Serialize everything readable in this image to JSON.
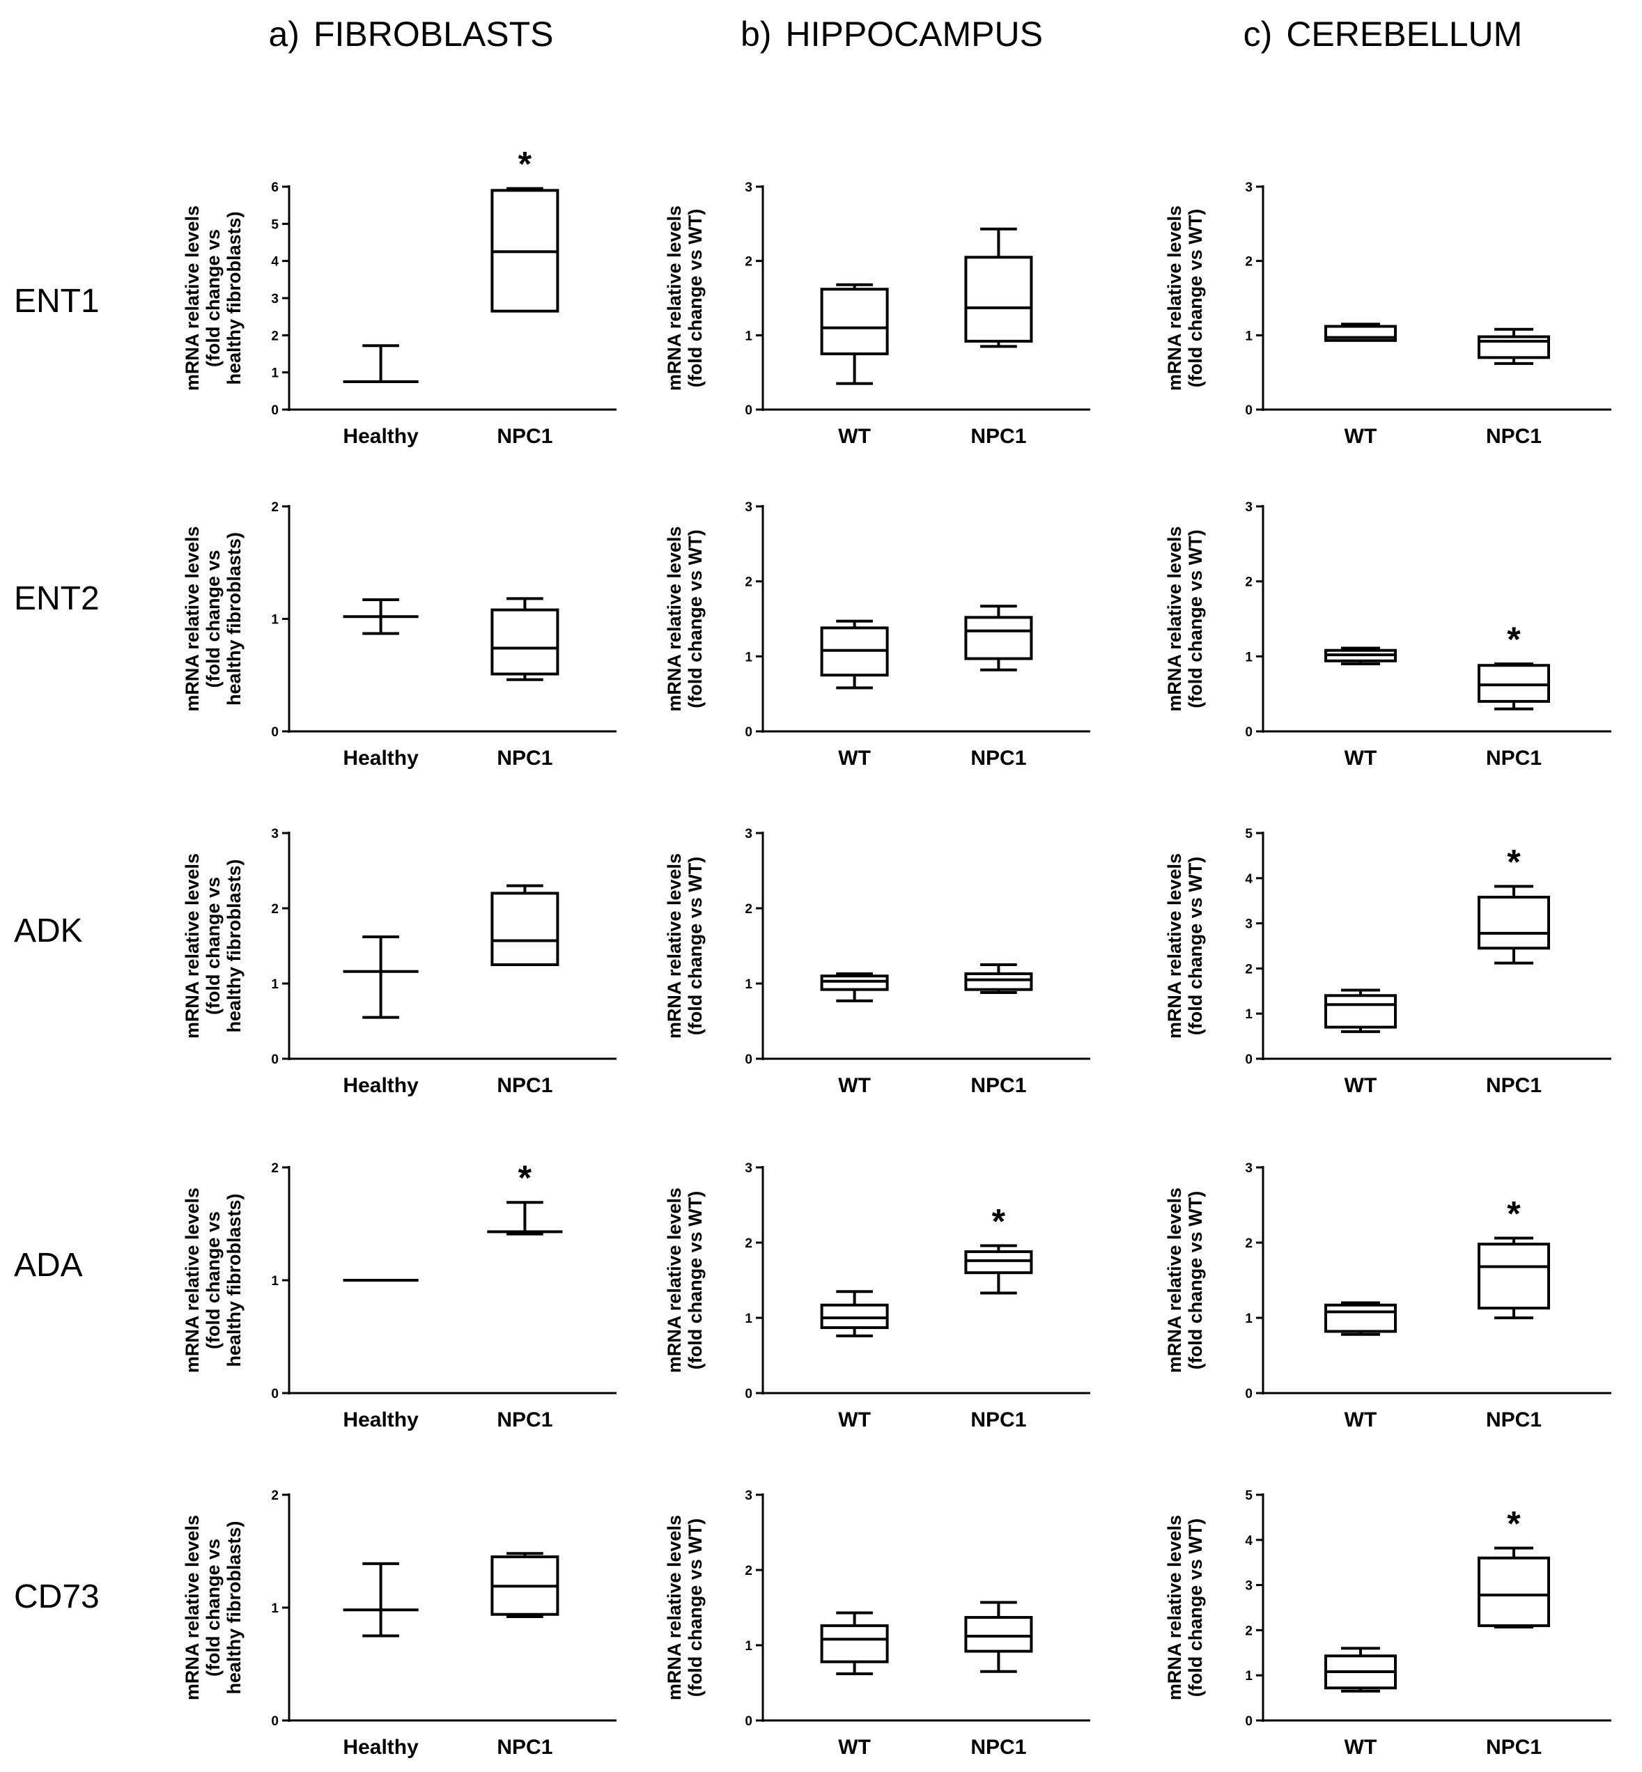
{
  "columns": [
    {
      "key": "fibroblasts",
      "letter": "a)",
      "name": "FIBROBLASTS"
    },
    {
      "key": "hippocampus",
      "letter": "b)",
      "name": "HIPPOCAMPUS"
    },
    {
      "key": "cerebellum",
      "letter": "c)",
      "name": "CEREBELLUM"
    }
  ],
  "rows": [
    "ENT1",
    "ENT2",
    "ADK",
    "ADA",
    "CD73"
  ],
  "ylabels": {
    "fibroblasts": [
      "mRNA relative levels",
      "(fold change vs",
      "healthy fibroblasts)"
    ],
    "brain": [
      "mRNA relative levels",
      "(fold change vs WT)"
    ]
  },
  "chart_data": [
    {
      "type": "box",
      "row": "ENT1",
      "column": "FIBROBLASTS",
      "ylim": [
        0,
        6
      ],
      "yticks": [
        0,
        1,
        2,
        3,
        4,
        5,
        6
      ],
      "categories": [
        "Healthy",
        "NPC1"
      ],
      "boxes": [
        {
          "min": 0.75,
          "q1": 0.75,
          "median": 0.75,
          "q3": 0.75,
          "max": 1.72,
          "box": false
        },
        {
          "min": 2.65,
          "q1": 2.65,
          "median": 4.25,
          "q3": 5.9,
          "max": 5.95,
          "box": true
        }
      ],
      "significance": [
        "",
        "*"
      ]
    },
    {
      "type": "box",
      "row": "ENT1",
      "column": "HIPPOCAMPUS",
      "ylim": [
        0,
        3
      ],
      "yticks": [
        0,
        1,
        2,
        3
      ],
      "categories": [
        "WT",
        "NPC1"
      ],
      "boxes": [
        {
          "min": 0.35,
          "q1": 0.75,
          "median": 1.1,
          "q3": 1.62,
          "max": 1.68,
          "box": true
        },
        {
          "min": 0.85,
          "q1": 0.92,
          "median": 1.37,
          "q3": 2.05,
          "max": 2.43,
          "box": true
        }
      ],
      "significance": [
        "",
        ""
      ]
    },
    {
      "type": "box",
      "row": "ENT1",
      "column": "CEREBELLUM",
      "ylim": [
        0,
        3
      ],
      "yticks": [
        0,
        1,
        2,
        3
      ],
      "categories": [
        "WT",
        "NPC1"
      ],
      "boxes": [
        {
          "min": 0.93,
          "q1": 0.93,
          "median": 0.97,
          "q3": 1.12,
          "max": 1.15,
          "box": true
        },
        {
          "min": 0.62,
          "q1": 0.7,
          "median": 0.92,
          "q3": 0.98,
          "max": 1.08,
          "box": true
        }
      ],
      "significance": [
        "",
        ""
      ]
    },
    {
      "type": "box",
      "row": "ENT2",
      "column": "FIBROBLASTS",
      "ylim": [
        0,
        2
      ],
      "yticks": [
        0,
        1,
        2
      ],
      "categories": [
        "Healthy",
        "NPC1"
      ],
      "boxes": [
        {
          "min": 0.87,
          "q1": 1.02,
          "median": 1.02,
          "q3": 1.02,
          "max": 1.17,
          "box": false
        },
        {
          "min": 0.46,
          "q1": 0.51,
          "median": 0.74,
          "q3": 1.08,
          "max": 1.18,
          "box": true
        }
      ],
      "significance": [
        "",
        ""
      ]
    },
    {
      "type": "box",
      "row": "ENT2",
      "column": "HIPPOCAMPUS",
      "ylim": [
        0,
        3
      ],
      "yticks": [
        0,
        1,
        2,
        3
      ],
      "categories": [
        "WT",
        "NPC1"
      ],
      "boxes": [
        {
          "min": 0.58,
          "q1": 0.75,
          "median": 1.08,
          "q3": 1.38,
          "max": 1.47,
          "box": true
        },
        {
          "min": 0.82,
          "q1": 0.97,
          "median": 1.34,
          "q3": 1.52,
          "max": 1.67,
          "box": true
        }
      ],
      "significance": [
        "",
        ""
      ]
    },
    {
      "type": "box",
      "row": "ENT2",
      "column": "CEREBELLUM",
      "ylim": [
        0,
        3
      ],
      "yticks": [
        0,
        1,
        2,
        3
      ],
      "categories": [
        "WT",
        "NPC1"
      ],
      "boxes": [
        {
          "min": 0.9,
          "q1": 0.94,
          "median": 1.02,
          "q3": 1.08,
          "max": 1.11,
          "box": true
        },
        {
          "min": 0.3,
          "q1": 0.4,
          "median": 0.62,
          "q3": 0.88,
          "max": 0.9,
          "box": true
        }
      ],
      "significance": [
        "",
        "*"
      ]
    },
    {
      "type": "box",
      "row": "ADK",
      "column": "FIBROBLASTS",
      "ylim": [
        0,
        3
      ],
      "yticks": [
        0,
        1,
        2,
        3
      ],
      "categories": [
        "Healthy",
        "NPC1"
      ],
      "boxes": [
        {
          "min": 0.55,
          "q1": 1.16,
          "median": 1.16,
          "q3": 1.16,
          "max": 1.62,
          "box": false
        },
        {
          "min": 1.25,
          "q1": 1.25,
          "median": 1.57,
          "q3": 2.2,
          "max": 2.3,
          "box": true
        }
      ],
      "significance": [
        "",
        ""
      ]
    },
    {
      "type": "box",
      "row": "ADK",
      "column": "HIPPOCAMPUS",
      "ylim": [
        0,
        3
      ],
      "yticks": [
        0,
        1,
        2,
        3
      ],
      "categories": [
        "WT",
        "NPC1"
      ],
      "boxes": [
        {
          "min": 0.77,
          "q1": 0.92,
          "median": 1.03,
          "q3": 1.1,
          "max": 1.13,
          "box": true
        },
        {
          "min": 0.88,
          "q1": 0.92,
          "median": 1.05,
          "q3": 1.13,
          "max": 1.25,
          "box": true
        }
      ],
      "significance": [
        "",
        ""
      ]
    },
    {
      "type": "box",
      "row": "ADK",
      "column": "CEREBELLUM",
      "ylim": [
        0,
        5
      ],
      "yticks": [
        0,
        1,
        2,
        3,
        4,
        5
      ],
      "categories": [
        "WT",
        "NPC1"
      ],
      "boxes": [
        {
          "min": 0.6,
          "q1": 0.7,
          "median": 1.2,
          "q3": 1.4,
          "max": 1.52,
          "box": true
        },
        {
          "min": 2.12,
          "q1": 2.45,
          "median": 2.78,
          "q3": 3.58,
          "max": 3.82,
          "box": true
        }
      ],
      "significance": [
        "",
        "*"
      ]
    },
    {
      "type": "box",
      "row": "ADA",
      "column": "FIBROBLASTS",
      "ylim": [
        0,
        2
      ],
      "yticks": [
        0,
        1,
        2
      ],
      "categories": [
        "Healthy",
        "NPC1"
      ],
      "boxes": [
        {
          "min": 1.0,
          "q1": 1.0,
          "median": 1.0,
          "q3": 1.0,
          "max": 1.0,
          "box": false
        },
        {
          "min": 1.41,
          "q1": 1.43,
          "median": 1.43,
          "q3": 1.43,
          "max": 1.69,
          "box": false
        }
      ],
      "significance": [
        "",
        "*"
      ]
    },
    {
      "type": "box",
      "row": "ADA",
      "column": "HIPPOCAMPUS",
      "ylim": [
        0,
        3
      ],
      "yticks": [
        0,
        1,
        2,
        3
      ],
      "categories": [
        "WT",
        "NPC1"
      ],
      "boxes": [
        {
          "min": 0.76,
          "q1": 0.87,
          "median": 1.0,
          "q3": 1.17,
          "max": 1.35,
          "box": true
        },
        {
          "min": 1.33,
          "q1": 1.6,
          "median": 1.76,
          "q3": 1.88,
          "max": 1.96,
          "box": true
        }
      ],
      "significance": [
        "",
        "*"
      ]
    },
    {
      "type": "box",
      "row": "ADA",
      "column": "CEREBELLUM",
      "ylim": [
        0,
        3
      ],
      "yticks": [
        0,
        1,
        2,
        3
      ],
      "categories": [
        "WT",
        "NPC1"
      ],
      "boxes": [
        {
          "min": 0.78,
          "q1": 0.82,
          "median": 1.08,
          "q3": 1.17,
          "max": 1.2,
          "box": true
        },
        {
          "min": 1.0,
          "q1": 1.13,
          "median": 1.68,
          "q3": 1.98,
          "max": 2.06,
          "box": true
        }
      ],
      "significance": [
        "",
        "*"
      ]
    },
    {
      "type": "box",
      "row": "CD73",
      "column": "FIBROBLASTS",
      "ylim": [
        0,
        2
      ],
      "yticks": [
        0,
        1,
        2
      ],
      "categories": [
        "Healthy",
        "NPC1"
      ],
      "boxes": [
        {
          "min": 0.75,
          "q1": 0.98,
          "median": 0.98,
          "q3": 0.98,
          "max": 1.39,
          "box": false
        },
        {
          "min": 0.92,
          "q1": 0.94,
          "median": 1.19,
          "q3": 1.45,
          "max": 1.48,
          "box": true
        }
      ],
      "significance": [
        "",
        ""
      ]
    },
    {
      "type": "box",
      "row": "CD73",
      "column": "HIPPOCAMPUS",
      "ylim": [
        0,
        3
      ],
      "yticks": [
        0,
        1,
        2,
        3
      ],
      "categories": [
        "WT",
        "NPC1"
      ],
      "boxes": [
        {
          "min": 0.62,
          "q1": 0.78,
          "median": 1.08,
          "q3": 1.26,
          "max": 1.43,
          "box": true
        },
        {
          "min": 0.65,
          "q1": 0.92,
          "median": 1.12,
          "q3": 1.37,
          "max": 1.57,
          "box": true
        }
      ],
      "significance": [
        "",
        ""
      ]
    },
    {
      "type": "box",
      "row": "CD73",
      "column": "CEREBELLUM",
      "ylim": [
        0,
        5
      ],
      "yticks": [
        0,
        1,
        2,
        3,
        4,
        5
      ],
      "categories": [
        "WT",
        "NPC1"
      ],
      "boxes": [
        {
          "min": 0.65,
          "q1": 0.72,
          "median": 1.08,
          "q3": 1.43,
          "max": 1.6,
          "box": true
        },
        {
          "min": 2.07,
          "q1": 2.1,
          "median": 2.78,
          "q3": 3.6,
          "max": 3.82,
          "box": true
        }
      ],
      "significance": [
        "",
        "*"
      ]
    }
  ]
}
